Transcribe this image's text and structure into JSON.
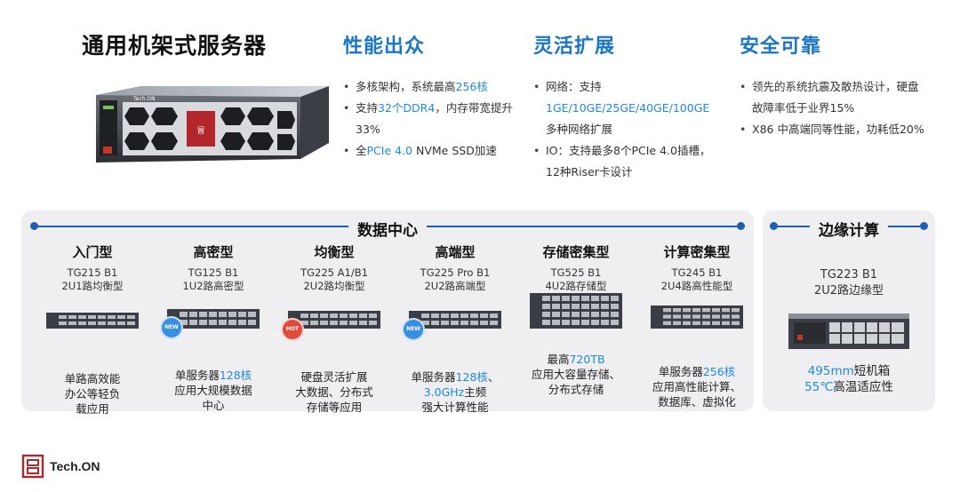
{
  "title": "通用机架式服务器",
  "hero_label": "Tech.ON",
  "features": [
    {
      "heading": "性能出众",
      "items": [
        [
          {
            "t": "多核架构，系统最高"
          },
          {
            "t": "256核",
            "hl": true
          }
        ],
        [
          {
            "t": "支持"
          },
          {
            "t": "32个DDR4",
            "hl": true
          },
          {
            "t": "，内存带宽提升33%"
          }
        ],
        [
          {
            "t": "全"
          },
          {
            "t": "PCIe 4.0",
            "hl": true
          },
          {
            "t": " NVMe SSD加速"
          }
        ]
      ]
    },
    {
      "heading": "灵活扩展",
      "items": [
        [
          {
            "t": "网络：支持"
          },
          {
            "t": "1GE/10GE/25GE/40GE/100GE",
            "hl": true
          },
          {
            "t": " 多种网络扩展"
          }
        ],
        [
          {
            "t": "IO：支持最多8个PCIe 4.0插槽，12种Riser卡设计"
          }
        ]
      ]
    },
    {
      "heading": "安全可靠",
      "items": [
        [
          {
            "t": "领先的系统抗震及散热设计，硬盘故障率低于业界15%"
          }
        ],
        [
          {
            "t": "X86 中高端同等性能，功耗低20%"
          }
        ]
      ]
    }
  ],
  "datacenter": {
    "title": "数据中心",
    "columns": [
      {
        "name": "入门型",
        "model": "TG215 B1",
        "sub": "2U1路均衡型",
        "badge": "",
        "desc": [
          [
            {
              "t": "单路高效能"
            }
          ],
          [
            {
              "t": "办公等轻负"
            }
          ],
          [
            {
              "t": "载应用"
            }
          ]
        ]
      },
      {
        "name": "高密型",
        "model": "TG125 B1",
        "sub": "1U2路高密型",
        "badge": "NEW",
        "desc": [
          [
            {
              "t": "单服务器"
            },
            {
              "t": "128核",
              "hl": true
            }
          ],
          [
            {
              "t": "应用大规模数据"
            }
          ],
          [
            {
              "t": "中心"
            }
          ]
        ]
      },
      {
        "name": "均衡型",
        "model": "TG225 A1/B1",
        "sub": "2U2路均衡型",
        "badge": "HOT",
        "desc": [
          [
            {
              "t": "硬盘灵活扩展"
            }
          ],
          [
            {
              "t": "大数据、分布式"
            }
          ],
          [
            {
              "t": "存储等应用"
            }
          ]
        ]
      },
      {
        "name": "高端型",
        "model": "TG225 Pro B1",
        "sub": "2U2路高端型",
        "badge": "NEW",
        "desc": [
          [
            {
              "t": "单服务器"
            },
            {
              "t": "128核",
              "hl": true
            },
            {
              "t": "、"
            }
          ],
          [
            {
              "t": "3.0GHz",
              "hl": true
            },
            {
              "t": "主频"
            }
          ],
          [
            {
              "t": "强大计算性能"
            }
          ]
        ]
      },
      {
        "name": "存储密集型",
        "model": "TG525 B1",
        "sub": "4U2路存储型",
        "badge": "",
        "desc": [
          [
            {
              "t": "最高"
            },
            {
              "t": "720TB",
              "hl": true
            }
          ],
          [
            {
              "t": "应用大容量存储、"
            }
          ],
          [
            {
              "t": "分布式存储"
            }
          ]
        ]
      },
      {
        "name": "计算密集型",
        "model": "TG245 B1",
        "sub": "2U4路高性能型",
        "badge": "",
        "desc": [
          [
            {
              "t": "单服务器"
            },
            {
              "t": "256核",
              "hl": true
            }
          ],
          [
            {
              "t": "应用高性能计算、"
            }
          ],
          [
            {
              "t": "数据库、虚拟化"
            }
          ]
        ]
      }
    ]
  },
  "edge": {
    "title": "边缘计算",
    "model": "TG223 B1",
    "sub": "2U2路边缘型",
    "desc": [
      [
        {
          "t": "495mm",
          "hl": true
        },
        {
          "t": "短机箱"
        }
      ],
      [
        {
          "t": "55℃",
          "hl": true
        },
        {
          "t": "高温适应性"
        }
      ]
    ]
  },
  "logo": {
    "text": "Tech.ON"
  },
  "colors": {
    "accent": "#1e88e5",
    "line": "#1e5fb4",
    "panel": "#efeff1"
  }
}
